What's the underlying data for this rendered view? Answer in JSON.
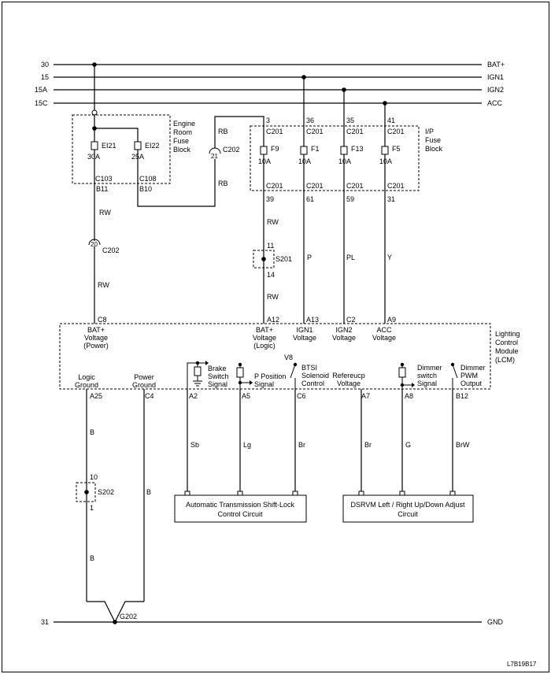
{
  "rails": [
    {
      "left": "30",
      "right": "BAT+"
    },
    {
      "left": "15",
      "right": "IGN1"
    },
    {
      "left": "15A",
      "right": "IGN2"
    },
    {
      "left": "15C",
      "right": "ACC"
    }
  ],
  "ground_rail": {
    "left": "31",
    "right": "GND"
  },
  "engine_room_block": {
    "title": [
      "Engine",
      "Room",
      "Fuse",
      "Block"
    ],
    "fuses": [
      {
        "id": "EI21",
        "rating": "30A",
        "connector": "C103",
        "pin": "B11"
      },
      {
        "id": "EI22",
        "rating": "25A",
        "connector": "C108",
        "pin": "B10"
      }
    ]
  },
  "ip_block": {
    "title": [
      "I/P",
      "Fuse",
      "Block"
    ],
    "fuses": [
      {
        "id": "F9",
        "rating": "10A",
        "in_pin": "3",
        "in_conn": "C201",
        "out_conn": "C201",
        "out_pin": "39"
      },
      {
        "id": "F1",
        "rating": "10A",
        "in_pin": "36",
        "in_conn": "C201",
        "out_conn": "C201",
        "out_pin": "61"
      },
      {
        "id": "F13",
        "rating": "10A",
        "in_pin": "35",
        "in_conn": "C201",
        "out_conn": "C201",
        "out_pin": "59"
      },
      {
        "id": "F5",
        "rating": "10A",
        "in_pin": "41",
        "in_conn": "C201",
        "out_conn": "C201",
        "out_pin": "31"
      }
    ]
  },
  "connectors": {
    "c202_upper_pin": "21",
    "c202_upper": "C202",
    "c202_lower_pin": "20",
    "c202_lower": "C202"
  },
  "splices": {
    "s201": {
      "name": "S201",
      "top_pin": "11",
      "bottom_pin": "14"
    },
    "s202": {
      "name": "S202",
      "top_pin": "10",
      "bottom_pin": "1"
    }
  },
  "wires": {
    "rb_upper": "RB",
    "rb_lower": "RB",
    "rw_1": "RW",
    "rw_2": "RW",
    "rw_3": "RW",
    "rw_4": "RW",
    "p": "P",
    "pl": "PL",
    "y": "Y",
    "b_1": "B",
    "b_2": "B",
    "b_3": "B",
    "sb": "Sb",
    "lg": "Lg",
    "br_1": "Br",
    "br_2": "Br",
    "g": "G",
    "brw": "BrW"
  },
  "lcm": {
    "title": [
      "Lighting",
      "Control",
      "Module",
      "(LCM)"
    ],
    "top_pins": [
      {
        "pin": "C8",
        "label": [
          "BAT+",
          "Voltage",
          "(Power)"
        ]
      },
      {
        "pin": "A12",
        "label": [
          "BAT+",
          "Voltage",
          "(Logic)"
        ]
      },
      {
        "pin": "A13",
        "label": [
          "IGN1",
          "Voltage"
        ]
      },
      {
        "pin": "C2",
        "label": [
          "IGN2",
          "Voltage"
        ]
      },
      {
        "pin": "A9",
        "label": [
          "ACC",
          "Voltage"
        ]
      }
    ],
    "bottom_pins": [
      {
        "pin": "A25",
        "label": [
          "Logic",
          "Ground"
        ]
      },
      {
        "pin": "C4",
        "label": [
          "Power",
          "Ground"
        ]
      },
      {
        "pin": "A2",
        "label": [
          "Brake",
          "Switch",
          "Signal"
        ]
      },
      {
        "pin": "A5",
        "label": [
          "P Position",
          "Signal"
        ]
      },
      {
        "pin": "C6",
        "label": [
          "BTSI",
          "Solenoid",
          "Control"
        ]
      },
      {
        "pin": "A7",
        "label": [
          "Refereucp",
          "Voltage"
        ]
      },
      {
        "pin": "A8",
        "label": [
          "Dimmer",
          "switch",
          "Signal"
        ]
      },
      {
        "pin": "B12",
        "label": [
          "Dimmer",
          "PWM",
          "Output"
        ]
      }
    ],
    "v_label": "V8"
  },
  "circuits": {
    "atsl": [
      "Automatic Transmission Shift-Lock",
      "Control Circuit"
    ],
    "dsrvm": [
      "DSRVM Left / Right Up/Down Adjust",
      "Circuit"
    ]
  },
  "ground_point": "G202",
  "diagram_code": "L7B19B17"
}
